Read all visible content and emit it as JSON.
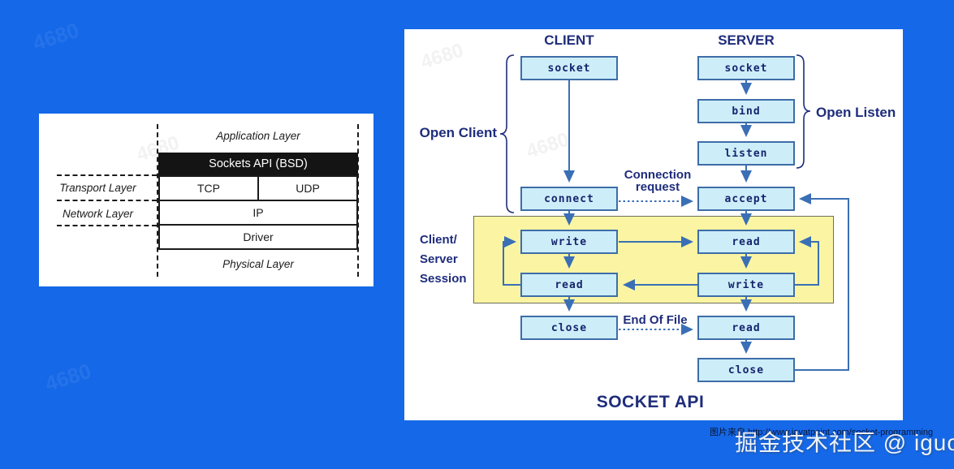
{
  "colors": {
    "background_blue": "#1568E8",
    "panel_white": "#FFFFFF",
    "node_fill": "#CDEEF8",
    "node_border": "#3E6DA8",
    "arrow_blue": "#3A6FB5",
    "session_yellow": "#FBF5A3",
    "navy_text": "#1F2D7B",
    "stack_black_bar": "#141414"
  },
  "left_panel": {
    "application_layer": "Application Layer",
    "sockets_api": "Sockets API (BSD)",
    "transport_layer": "Transport Layer",
    "tcp": "TCP",
    "udp": "UDP",
    "network_layer": "Network Layer",
    "ip": "IP",
    "driver": "Driver",
    "physical_layer": "Physical Layer"
  },
  "flowchart": {
    "client_title": "CLIENT",
    "server_title": "SERVER",
    "open_client": "Open Client",
    "open_listen": "Open Listen",
    "connection_request_line1": "Connection",
    "connection_request_line2": "request",
    "session_line1": "Client/",
    "session_line2": "Server",
    "session_line3": "Session",
    "end_of_file": "End Of File",
    "title": "SOCKET API",
    "client_nodes": {
      "socket": "socket",
      "connect": "connect",
      "write": "write",
      "read": "read",
      "close": "close"
    },
    "server_nodes": {
      "socket": "socket",
      "bind": "bind",
      "listen": "listen",
      "accept": "accept",
      "read": "read",
      "write": "write",
      "read2": "read",
      "close": "close"
    }
  },
  "footer": {
    "source": "图片来自 http://www.javatpoint.com/socket-programming",
    "watermark": "掘金技术社区 @ iguo"
  },
  "faint_watermark": "4680"
}
